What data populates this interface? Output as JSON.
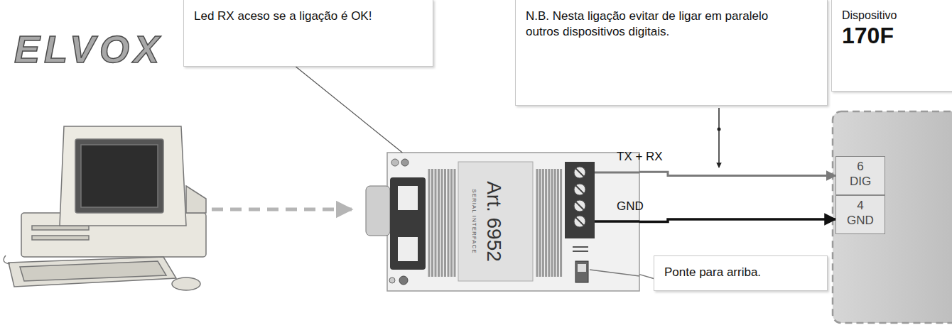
{
  "diagram": {
    "nodes": [
      {
        "text": [
          "Led RX aceso se a ligação é OK!"
        ]
      },
      {
        "text": [
          "N.B. Nesta ligação evitar de ligar em paralelo outros dispositivos digitais."
        ]
      },
      {
        "text": [
          "Dispositivo",
          "170F"
        ]
      },
      {
        "text": [
          "Art. 6952",
          "SERIAL INTERFACE"
        ]
      },
      {
        "text": [
          "6",
          "DIG"
        ]
      },
      {
        "text": [
          "4",
          "GND"
        ]
      },
      {
        "text": [
          "Ponte para arriba."
        ]
      }
    ],
    "edges": [
      {
        "from": 0,
        "to": 3,
        "arrow": "none"
      },
      {
        "from": 3,
        "to": 4,
        "arrow": "to",
        "label": "TX + RX"
      },
      {
        "from": 3,
        "to": 5,
        "arrow": "to",
        "label": "GND"
      },
      {
        "from": 6,
        "to": 3,
        "arrow": "none"
      }
    ],
    "labels": [
      "ELVOX"
    ]
  }
}
